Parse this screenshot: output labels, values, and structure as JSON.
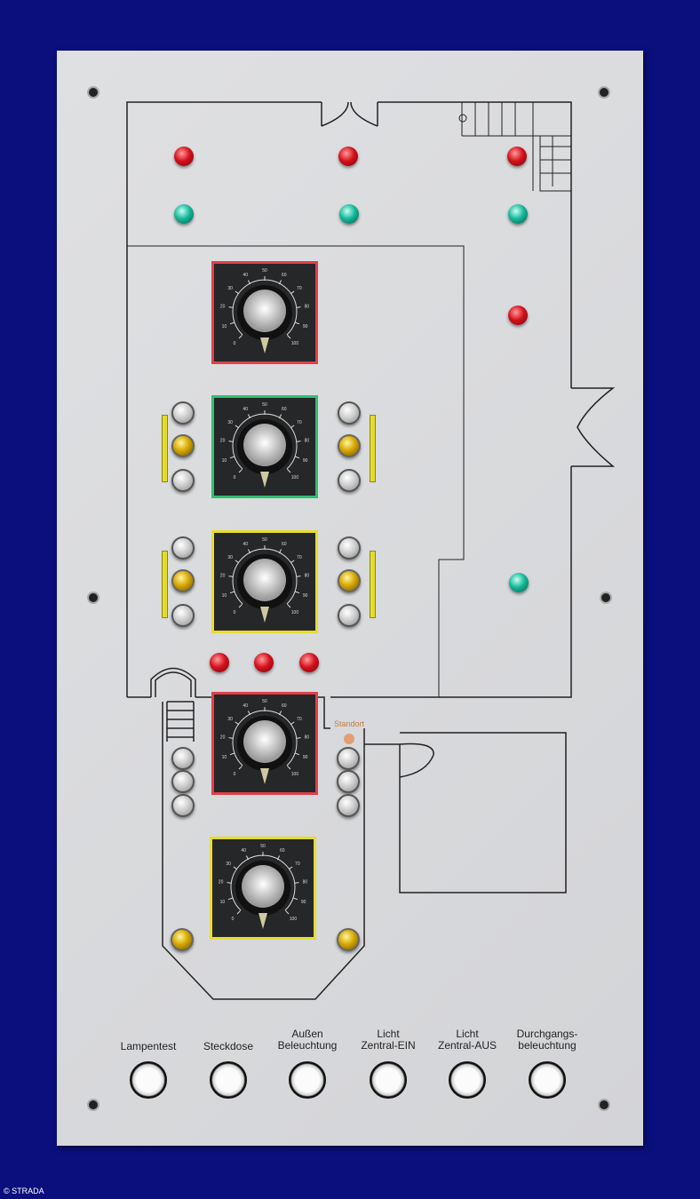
{
  "panel": {
    "standort_label": "Standort",
    "dial_scale": [
      "0",
      "10",
      "20",
      "30",
      "40",
      "50",
      "60",
      "70",
      "80",
      "90",
      "100"
    ],
    "dials": [
      {
        "frame_color": "#e0404a"
      },
      {
        "frame_color": "#2fc070"
      },
      {
        "frame_color": "#e6dc30"
      },
      {
        "frame_color": "#e0404a"
      },
      {
        "frame_color": "#e6dc30"
      }
    ],
    "buttons": [
      {
        "label": "Lampentest"
      },
      {
        "label": "Steckdose"
      },
      {
        "label": "Außen\nBeleuchtung"
      },
      {
        "label": "Licht\nZentral-EIN"
      },
      {
        "label": "Licht\nZentral-AUS"
      },
      {
        "label": "Durchgangs-\nbeleuchtung"
      }
    ],
    "indicator_colors": {
      "red": "#d4121c",
      "green": "#16b89a",
      "yellow": "#d8a800",
      "white": "#e8e8e8"
    }
  },
  "copyright": "© STRADA"
}
